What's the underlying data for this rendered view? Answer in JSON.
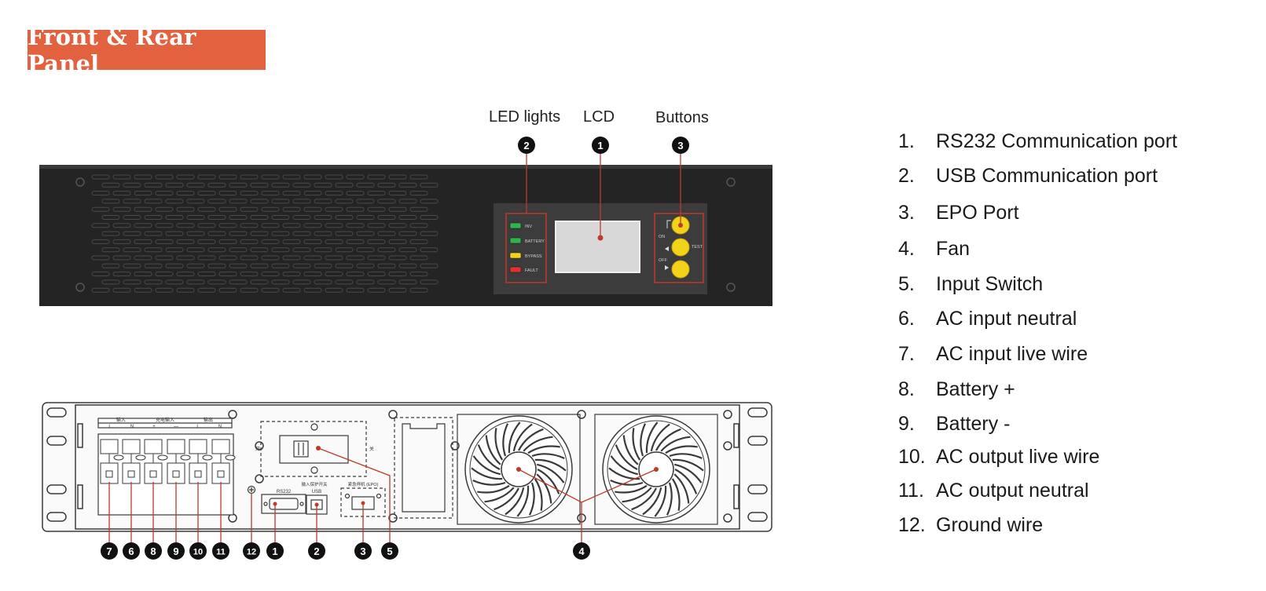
{
  "title": "Front & Rear Panel",
  "front_labels": {
    "led": "LED lights",
    "lcd": "LCD",
    "buttons": "Buttons"
  },
  "led_indicators": [
    {
      "label": "INV",
      "color": "#2fb34a"
    },
    {
      "label": "BATTERY",
      "color": "#2fb34a"
    },
    {
      "label": "BYPASS",
      "color": "#f2d21b"
    },
    {
      "label": "FAULT",
      "color": "#e0312f"
    }
  ],
  "button_labels": {
    "on": "ON",
    "off": "OFF",
    "test": "TEST"
  },
  "rear_small_labels": {
    "rs232": "RS232",
    "usb": "USB",
    "epo": "紧急停机 (EPO)",
    "input_switch": "输入保护开关",
    "switch_off": "开",
    "switch_on": "关",
    "terminal_groups": [
      "输入",
      "充电输入",
      "输出"
    ],
    "terminal_marks": [
      "L",
      "N",
      "+",
      "—",
      "L",
      "N"
    ]
  },
  "callout_numbers": {
    "front": [
      "2",
      "1",
      "3"
    ],
    "rear": [
      "7",
      "6",
      "8",
      "9",
      "10",
      "11",
      "12",
      "1",
      "2",
      "3",
      "5",
      "4"
    ]
  },
  "legend": [
    {
      "num": "1.",
      "text": "RS232 Communication port"
    },
    {
      "num": "2.",
      "text": "USB Communication port"
    },
    {
      "num": "3.",
      "text": "EPO Port"
    },
    {
      "num": "4.",
      "text": "Fan"
    },
    {
      "num": "5.",
      "text": "Input Switch"
    },
    {
      "num": "6.",
      "text": "AC input neutral"
    },
    {
      "num": "7.",
      "text": "AC input live wire"
    },
    {
      "num": "8.",
      "text": "Battery +"
    },
    {
      "num": "9.",
      "text": "Battery -"
    },
    {
      "num": "10.",
      "text": "AC output live wire"
    },
    {
      "num": "11.",
      "text": "AC output neutral"
    },
    {
      "num": "12.",
      "text": "Ground wire"
    }
  ],
  "colors": {
    "accent": "#e2623f",
    "callout_line": "#c0392b",
    "panel": "#242424",
    "button": "#f3d21a"
  }
}
